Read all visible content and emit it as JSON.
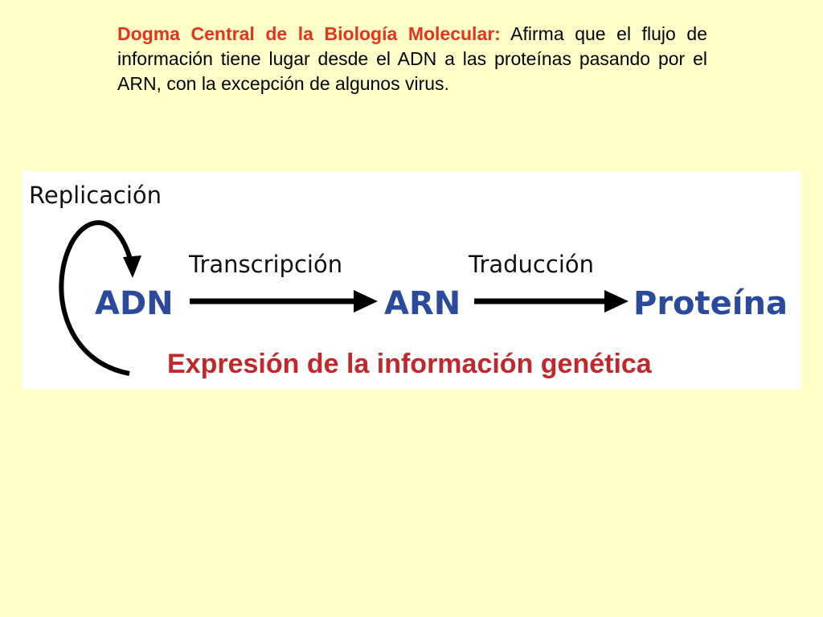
{
  "intro": {
    "term": "Dogma Central de la Biología Molecular:",
    "text": "Afirma que el flujo de información tiene lugar desde el ADN a las proteínas pasando por el ARN, con la excepción de algunos virus."
  },
  "diagram": {
    "replication_label": "Replicación",
    "transcription_label": "Transcripción",
    "translation_label": "Traducción",
    "nodes": {
      "dna": "ADN",
      "rna": "ARN",
      "protein": "Proteína"
    },
    "caption": "Expresión de la información genética"
  },
  "colors": {
    "background": "#FFFFC9",
    "panel": "#FFFFFF",
    "term": "#E8321B",
    "node_text": "#2B4A9B",
    "caption": "#C0282C",
    "arrow": "#000000"
  }
}
